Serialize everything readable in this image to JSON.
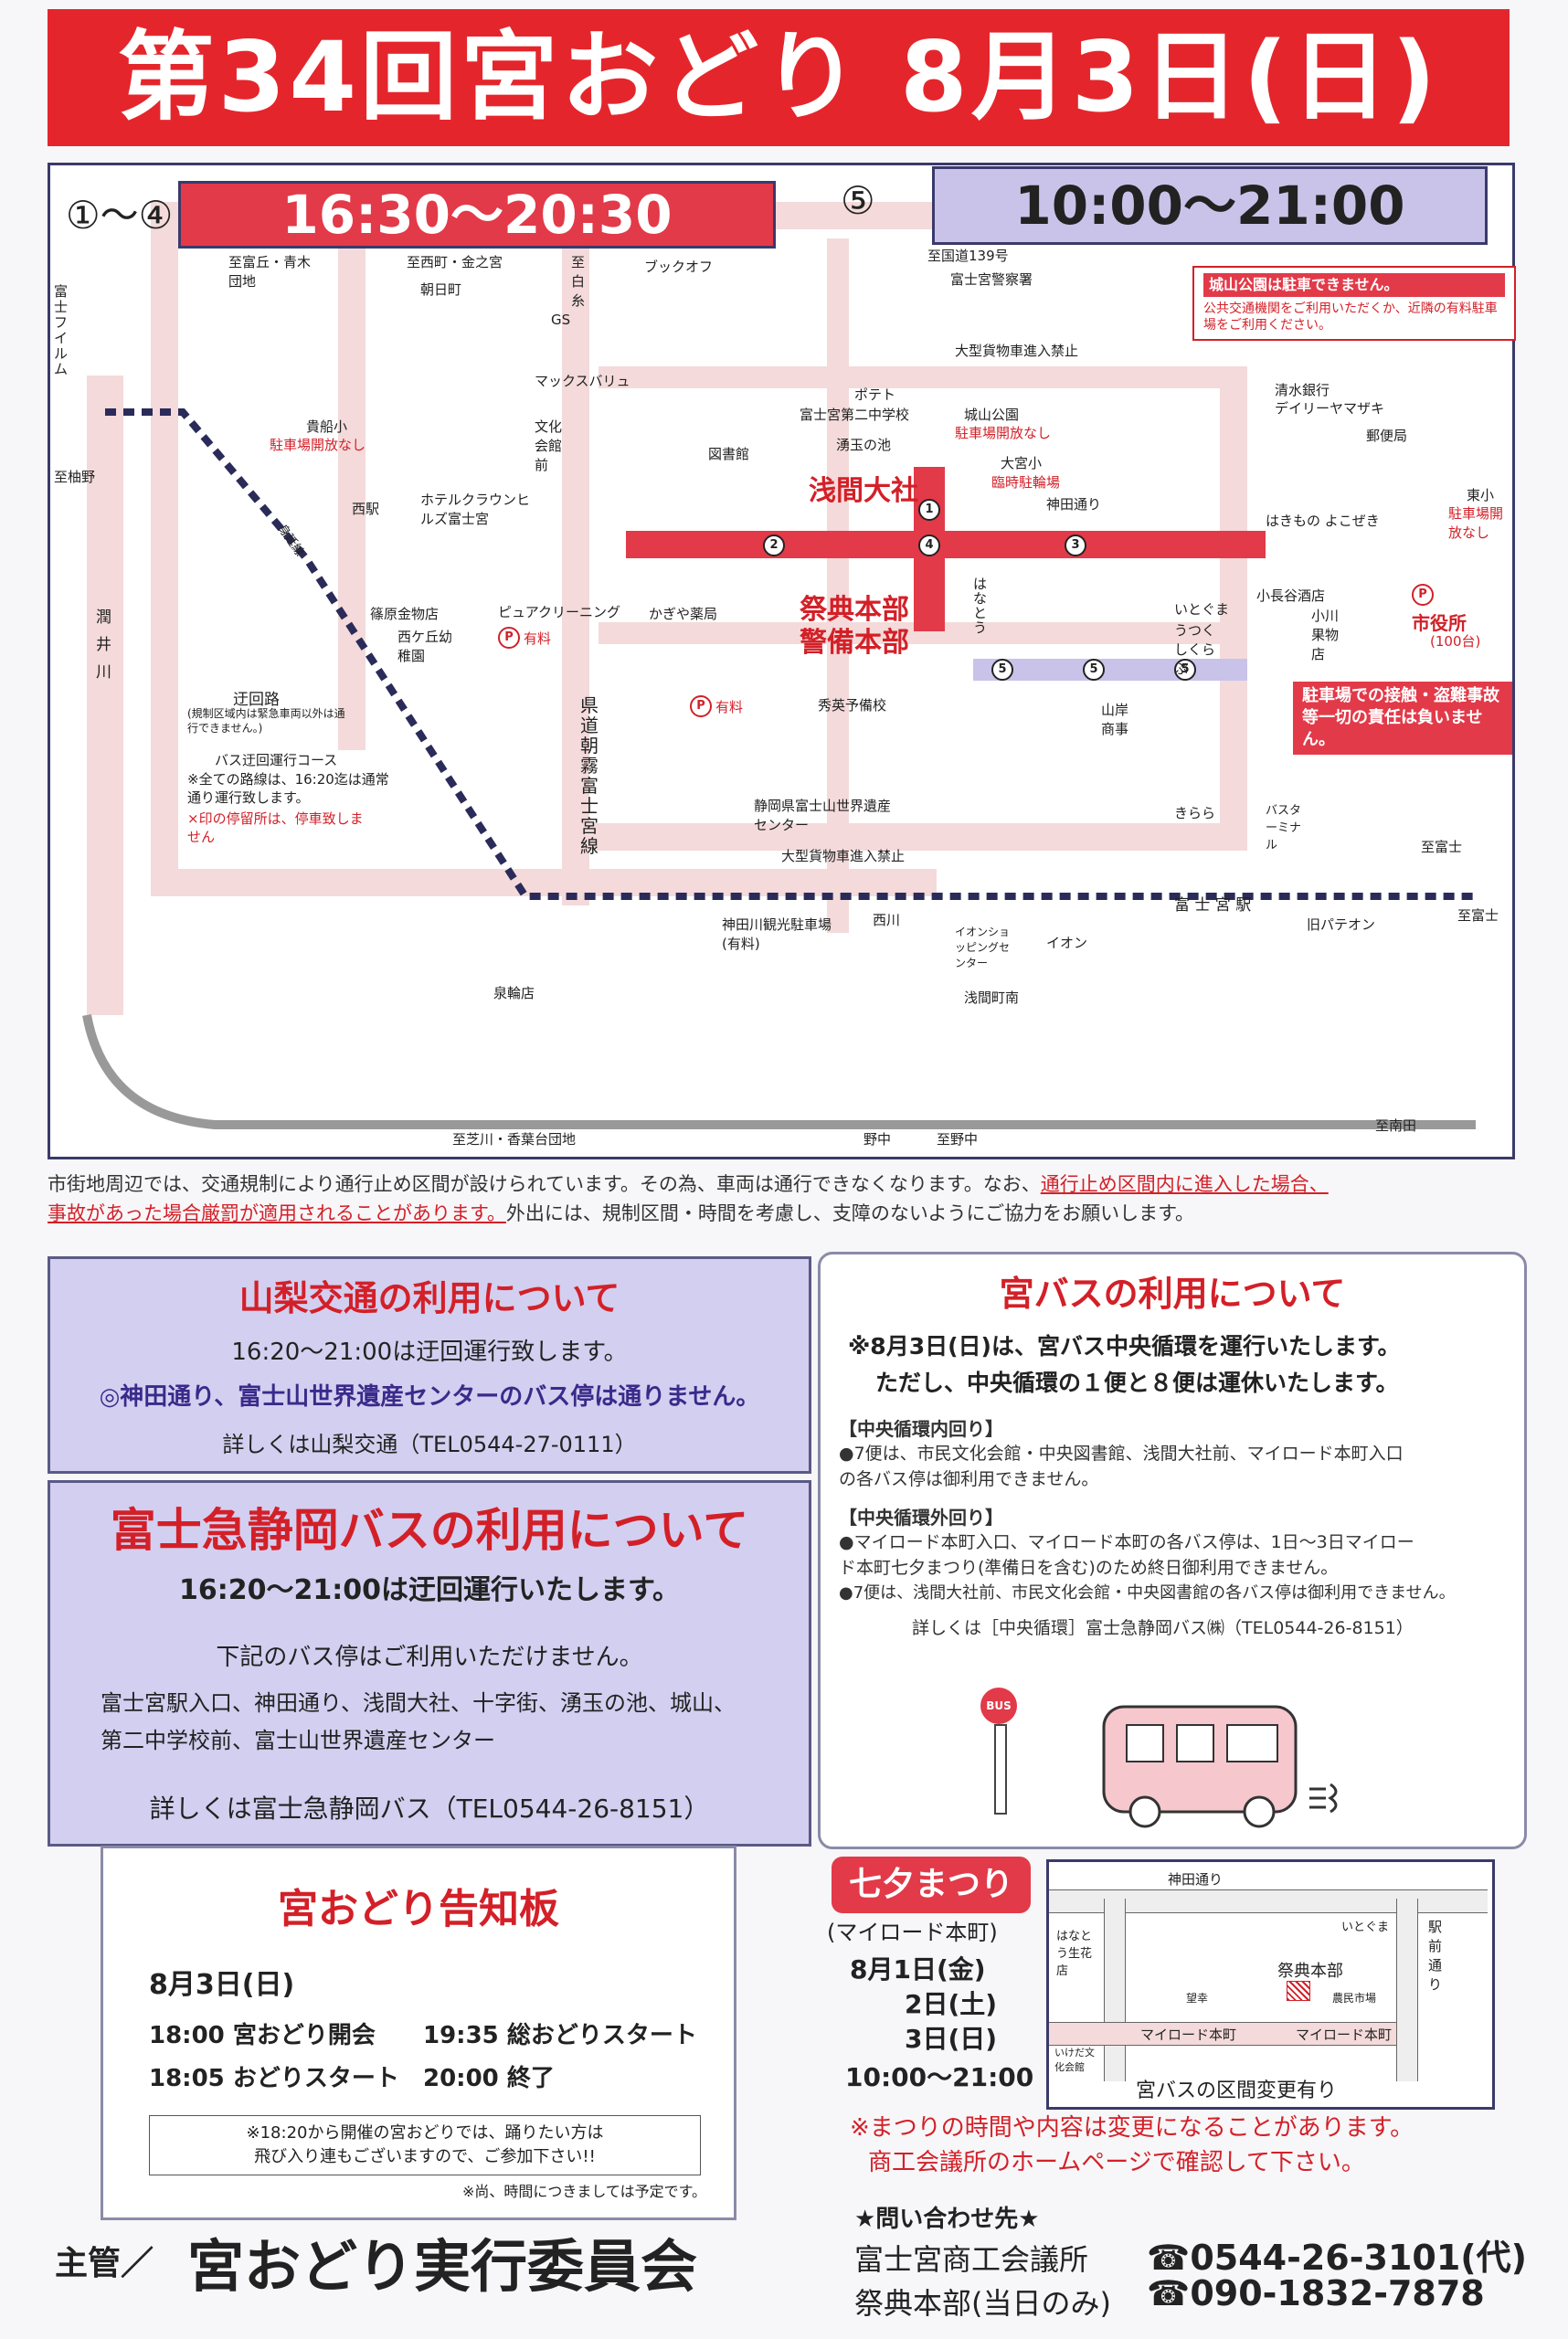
{
  "title": "第34回宮おどり 8月3日(日)",
  "map": {
    "sec1": {
      "label": "①〜④",
      "time": "16:30〜20:30"
    },
    "sec5": {
      "label": "⑤",
      "time": "10:00〜21:00"
    },
    "parking_note": {
      "title": "城山公園は駐車できません。",
      "body": "公共交通機関をご利用いただくか、近隣の有料駐車場をご利用ください。"
    },
    "accident_note": "駐車場での接触・盗難事故等一切の責任は負いません。",
    "labels": {
      "fuji_film": "富士フイルム",
      "to_yuno": "至柚野",
      "to_fujioka": "至富丘・青木団地",
      "to_kitayama": "至西町・金之宮",
      "to_shirohana": "至白糸",
      "bookoff": "ブックオフ",
      "route139": "至国道139号",
      "police": "富士宮警察署",
      "asahi": "朝日町",
      "gs": "GS",
      "maxvalu": "マックスバリュ",
      "truck_ban_top": "大型貨物車進入禁止",
      "potato": "ポテト",
      "daini": "富士宮第二中学校",
      "wakutama": "湧玉の池",
      "shiroyama": "城山公園",
      "parking_closed": "駐車場開放なし",
      "library": "図書館",
      "ohmiya": "大宮小",
      "temp_parking": "臨時駐輪場",
      "kifune": "貴船小",
      "kifune_park": "駐車場開放なし",
      "bunka": "文化会館前",
      "sengen": "浅間大社",
      "kanda": "神田通り",
      "nishi_st": "西駅",
      "hotel": "ホテルクラウンヒルズ富士宮",
      "shinonohara": "篠原金物店",
      "nishigaoka": "西ケ丘幼稚園",
      "pure_cleaning": "ピュアクリーニング",
      "kagiya": "かぎや薬局",
      "yurindo": "有料",
      "honbu": "祭典本部",
      "keibi": "警備本部",
      "hananato": "はなとう",
      "itogura": "いとぐま",
      "utsukushi": "うつくしくらぶ",
      "kobayashi": "小長谷酒店",
      "ogawa": "小川果物店",
      "shiyakusho": "市役所",
      "shiyakusho_cap": "(100台)",
      "shimizu_bank": "清水銀行",
      "daily": "デイリーヤマザキ",
      "post": "郵便局",
      "higashi": "東小",
      "higashi_park": "駐車場開放なし",
      "hakimono": "はきもの よこぜき",
      "kendo": "県道朝霧富士宮線",
      "shuei": "秀英予備校",
      "center": "静岡県富士山世界遺産センター",
      "truck_ban_bottom": "大型貨物車進入禁止",
      "sanyo": "山岸商事",
      "kirara": "きらら",
      "bus_terminal": "バスターミナル",
      "fujinomiya_st": "富 士 宮 駅",
      "old_pateon": "旧パテオン",
      "to_fuji_right": "至富士",
      "to_fuji_right2": "至富士",
      "kanda_parking": "神田川観光駐車場(有料)",
      "nishikawa": "西川",
      "aeon_center": "イオンショッピングセンター",
      "aeon": "イオン",
      "sengen_minami": "浅間町南",
      "izumi": "泉輪店",
      "to_shibakawa": "至芝川・香葉台団地",
      "nonaka": "野中",
      "to_nonaka": "至野中",
      "to_minamida": "至南田",
      "uruigawa": "潤井川",
      "minobu_line": "身延線",
      "legend_detour": "迂回路",
      "legend_detour_note": "(規制区域内は緊急車両以外は通行できません。)",
      "legend_bus": "バス迂回運行コース",
      "legend_note1": "※全ての路線は、16:20迄は通常通り運行致します。",
      "legend_note2": "×印の停留所は、停車致しません"
    }
  },
  "notice": {
    "line1a": "市街地周辺では、交通規制により通行止め区間が設けられています。その為、車両は通行できなくなります。なお、",
    "line1b": "通行止め区間内に進入した場合、",
    "line2a": "事故があった場合厳罰が適用されることがあります。",
    "line2b": "外出には、規制区間・時間を考慮し、支障のないようにご協力をお願いします。"
  },
  "yamanashi": {
    "title": "山梨交通の利用について",
    "line1": "16:20〜21:00は迂回運行致します。",
    "line2": "◎神田通り、富士山世界遺産センターのバス停は通りません。",
    "line3": "詳しくは山梨交通（TEL0544-27-0111）"
  },
  "fujikyu": {
    "title": "富士急静岡バスの利用について",
    "line1": "16:20〜21:00は迂回運行いたします。",
    "line2": "下記のバス停はご利用いただけません。",
    "line3": "富士宮駅入口、神田通り、浅間大社、十字街、湧玉の池、城山、",
    "line4": "第二中学校前、富士山世界遺産センター",
    "line5": "詳しくは富士急静岡バス（TEL0544-26-8151）"
  },
  "miyabus": {
    "title": "宮バスの利用について",
    "line1": "※8月3日(日)は、宮バス中央循環を運行いたします。",
    "line2": "ただし、中央循環の１便と８便は運休いたします。",
    "inner_hd": "【中央循環内回り】",
    "inner_1": "●7便は、市民文化会館・中央図書館、浅間大社前、マイロード本町入口",
    "inner_2": "の各バス停は御利用できません。",
    "outer_hd": "【中央循環外回り】",
    "outer_1": "●マイロード本町入口、マイロード本町の各バス停は、1日〜3日マイロー",
    "outer_2": "ド本町七夕まつり(準備日を含む)のため終日御利用できません。",
    "outer_3": "●7便は、浅間大社前、市民文化会館・中央図書館の各バス停は御利用できません。",
    "contact": "詳しくは［中央循環］富士急静岡バス㈱（TEL0544-26-8151）",
    "bus_sign": "BUS"
  },
  "board": {
    "title": "宮おどり告知板",
    "date": "8月3日(日)",
    "s1": "18:00 宮おどり開会",
    "s2": "19:35 総おどりスタート",
    "s3": "18:05 おどりスタート",
    "s4": "20:00 終了",
    "note1": "※18:20から開催の宮おどりでは、踊りたい方は",
    "note2": "飛び入り連もございますので、ご参加下さい!!",
    "note3": "※尚、時間につきましては予定です。"
  },
  "tanabata": {
    "title": "七夕まつり",
    "sub": "(マイロード本町)",
    "d1": "8月1日(金)",
    "d2": "2日(土)",
    "d3": "3日(日)",
    "time": "10:00〜21:00",
    "map_kanda": "神田通り",
    "map_itogura": "いとぐま",
    "map_hana": "はなとう生花店",
    "map_honbu": "祭典本部",
    "map_nouen": "農民市場",
    "map_nozomi": "望幸",
    "map_myroad1": "マイロード本町",
    "map_myroad2": "マイロード本町",
    "map_ekimae": "駅前通り",
    "map_ikeda": "いけだ文化会館",
    "map_caption": "宮バスの区間変更有り",
    "note1": "※まつりの時間や内容は変更になることがあります。",
    "note2": "商工会議所のホームページで確認して下さい。"
  },
  "footer": {
    "organizer_prefix": "主管／",
    "organizer": "宮おどり実行委員会",
    "contact_hd": "★問い合わせ先★",
    "c1_name": "富士宮商工会議所",
    "c1_tel": "☎0544-26-3101(代)",
    "c2_name": "祭典本部(当日のみ)",
    "c2_tel": "☎090-1832-7878"
  },
  "colors": {
    "red": "#e23a49",
    "lavender": "#d3cff0",
    "pink_road": "#f4dada",
    "navy": "#3a3a6a"
  }
}
